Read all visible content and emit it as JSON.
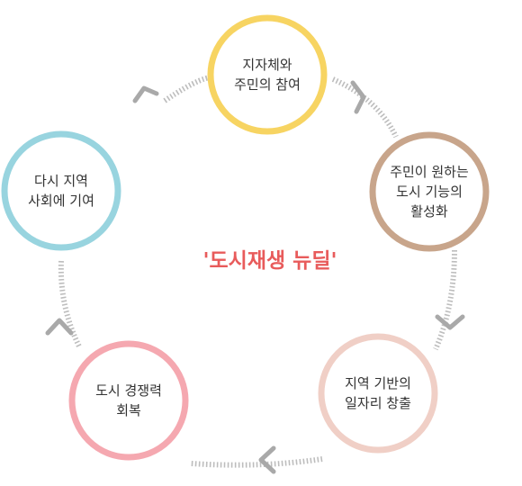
{
  "center_title": "'도시재생 뉴딜'",
  "nodes": [
    {
      "lines": [
        "지자체와",
        "주민의 참여"
      ],
      "color": "#f7d462"
    },
    {
      "lines": [
        "주민이 원하는",
        "도시 기능의",
        "활성화"
      ],
      "color": "#c8a58b"
    },
    {
      "lines": [
        "지역 기반의",
        "일자리 창출"
      ],
      "color": "#f0cfc6"
    },
    {
      "lines": [
        "도시 경쟁력",
        "회복"
      ],
      "color": "#f5a8b0"
    },
    {
      "lines": [
        "다시 지역",
        "사회에 기여"
      ],
      "color": "#98d4df"
    }
  ],
  "connector_color": "#bdbdbd",
  "arrow_color": "#a9a9a9"
}
